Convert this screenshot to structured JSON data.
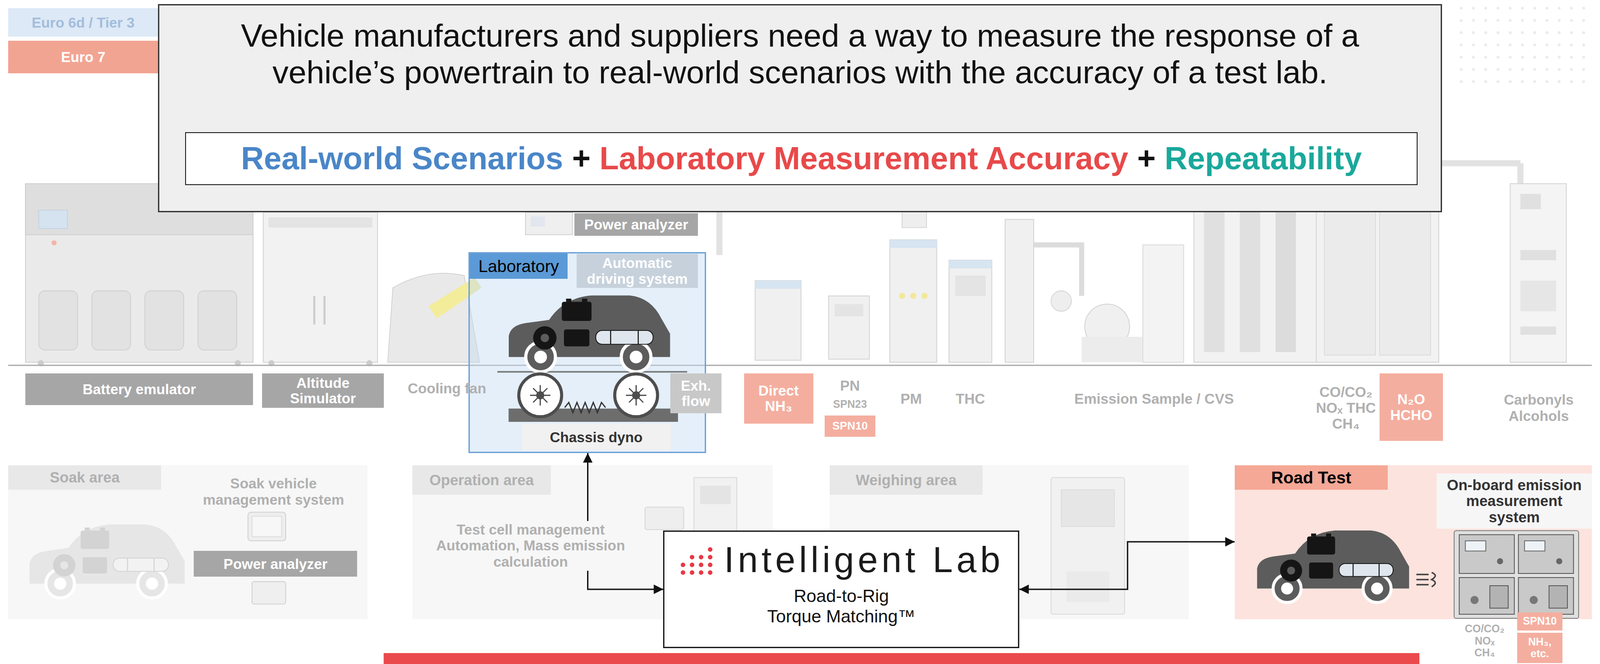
{
  "diagram": {
    "nodes": [
      {
        "text": [
          "Euro 6d / Tier 3"
        ]
      },
      {
        "text": [
          "Euro 7"
        ]
      },
      {
        "text": [
          "Vehicle manufacturers and suppliers need a way to measure the response of a vehicle’s powertrain to real-world scenarios with the accuracy of a test lab."
        ]
      },
      {
        "text": [
          "Real-world Scenarios",
          "+",
          "Laboratory Measurement Accuracy",
          "+",
          "Repeatability"
        ],
        "in": 2
      },
      {
        "text": [
          "Power analyzer"
        ]
      },
      {
        "text": [
          "Automatic driving system"
        ]
      },
      {
        "text": [
          "Laboratory"
        ]
      },
      {
        "text": [
          "Chassis dyno"
        ],
        "in": 6
      },
      {
        "text": [
          "Battery emulator"
        ]
      },
      {
        "text": [
          "Altitude Simulator"
        ]
      },
      {
        "text": [
          "Exh. flow"
        ]
      },
      {
        "text": [
          "Direct NH₃"
        ]
      },
      {
        "text": [
          "SPN10"
        ]
      },
      {
        "text": [
          "N₂O HCHO"
        ]
      },
      {
        "text": [
          "Soak area"
        ]
      },
      {
        "text": [
          "Power analyzer"
        ],
        "in": 14
      },
      {
        "text": [
          "Operation area"
        ]
      },
      {
        "text": [
          "Weighing area"
        ]
      },
      {
        "text": [
          "Intelligent Lab",
          "Road-to-Rig",
          "Torque Matching™"
        ]
      },
      {
        "text": [
          "Road Test"
        ]
      },
      {
        "text": [
          "On-board emission measurement system"
        ],
        "in": 19
      },
      {
        "text": [
          "SPN10"
        ]
      },
      {
        "text": [
          "NH₃, etc."
        ]
      }
    ],
    "edges": [
      {
        "from": 18,
        "to": 6,
        "arrow": "both"
      },
      {
        "from": 18,
        "to": 19,
        "arrow": "both"
      }
    ],
    "labels": [
      "Cooling fan",
      "PN",
      "SPN23",
      "PM",
      "THC",
      "Emission Sample / CVS",
      "CO/CO₂ NOₓ THC CH₄",
      "Carbonyls Alcohols",
      "Soak vehicle management system",
      "Test cell management Automation, Mass emission calculation",
      "CO/CO₂ NOₓ CH₄"
    ]
  }
}
